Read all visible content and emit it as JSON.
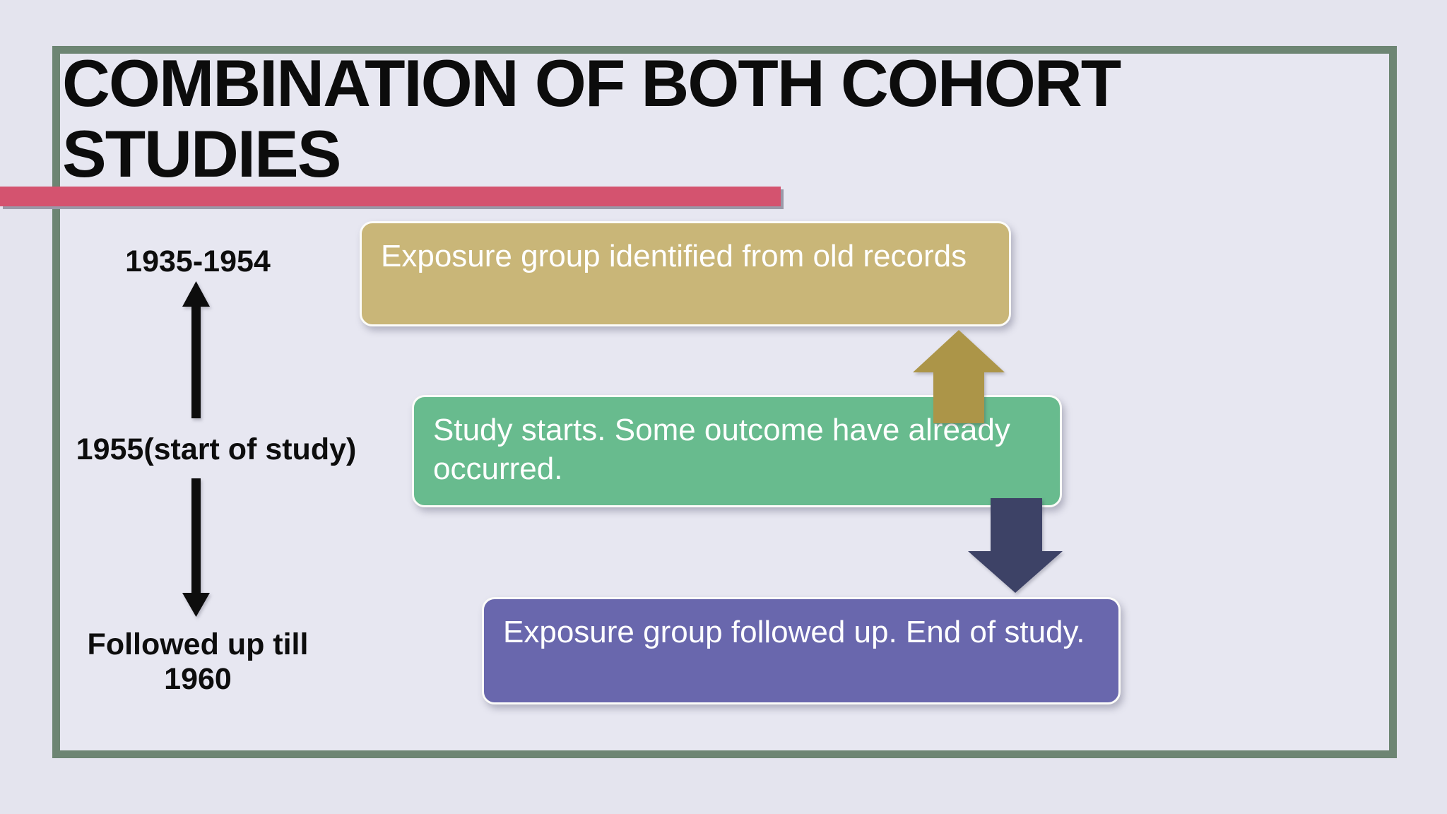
{
  "slide": {
    "title": "COMBINATION OF BOTH COHORT STUDIES",
    "background_color": "#e4e4ee",
    "border_color": "#6d8573",
    "accent_bar_color": "#d4536f"
  },
  "timeline": {
    "top_label": "1935-1954",
    "middle_label": "1955(start of study)",
    "bottom_label": "Followed up till 1960",
    "arrow_color": "#0d0d0d"
  },
  "flow_boxes": [
    {
      "name": "exposure-identified",
      "text": "Exposure group identified from old records",
      "fill_color": "#c9b678"
    },
    {
      "name": "study-starts",
      "text": "Study starts. Some outcome have already occurred.",
      "fill_color": "#68bb8e"
    },
    {
      "name": "exposure-followed",
      "text": "Exposure group followed up. End of study.",
      "fill_color": "#6967ad"
    }
  ],
  "connectors": [
    {
      "name": "gold-up-arrow",
      "direction": "up",
      "color": "#ac9548"
    },
    {
      "name": "navy-down-arrow",
      "direction": "down",
      "color": "#3d4266"
    }
  ]
}
